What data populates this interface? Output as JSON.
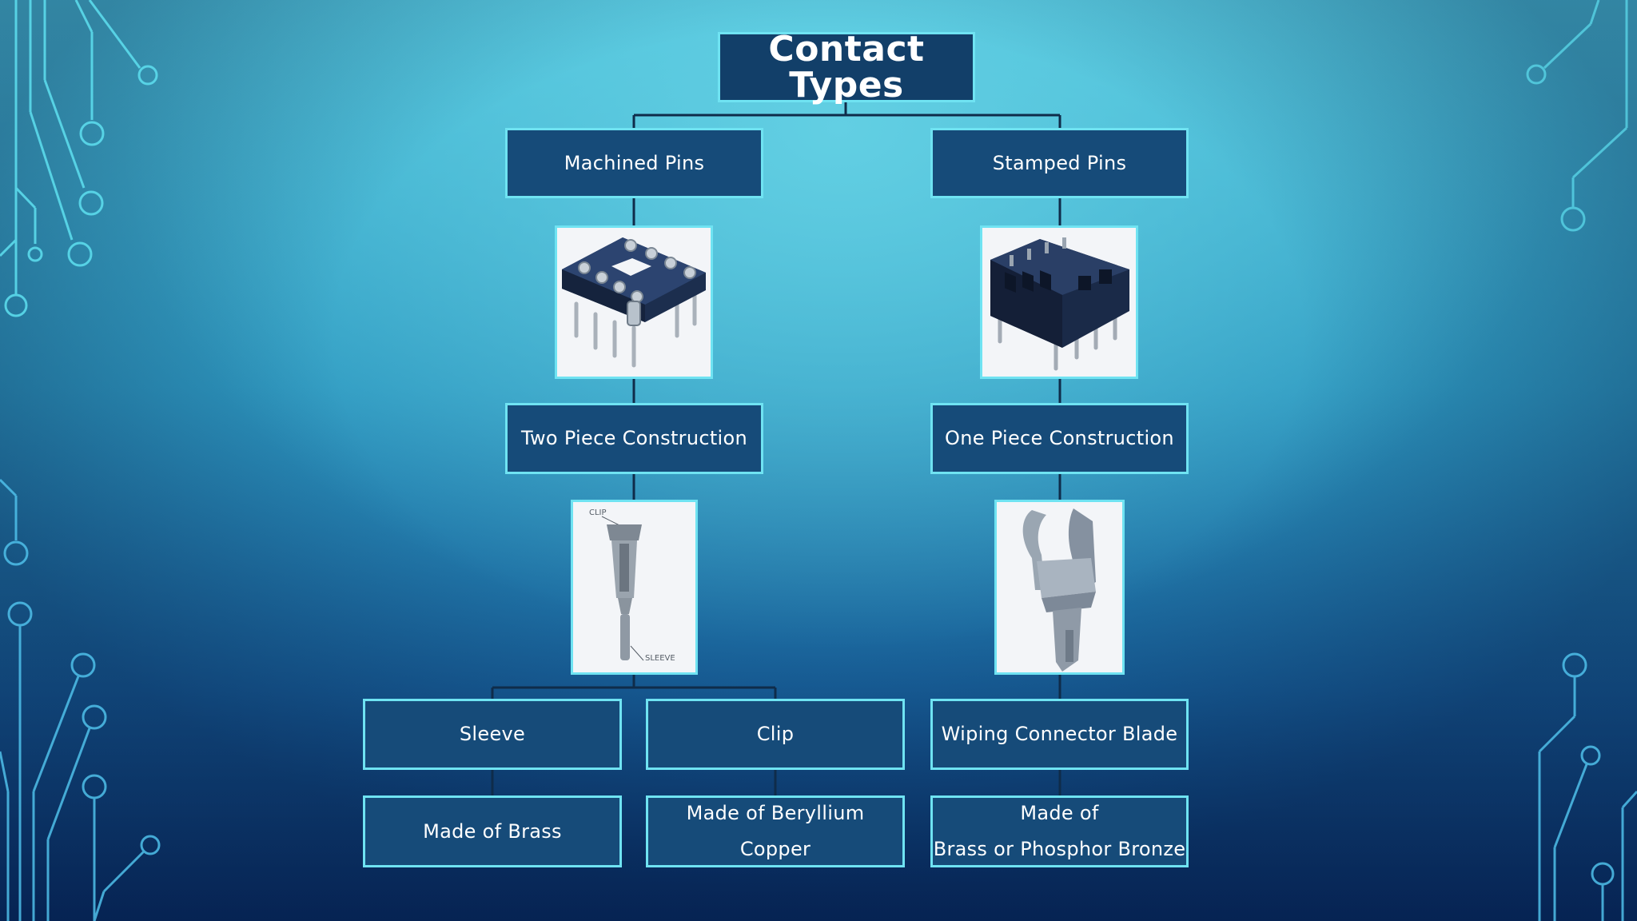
{
  "title": "Contact Types",
  "branches": {
    "machined": {
      "label": "Machined Pins",
      "construction": "Two Piece Construction",
      "parts": [
        {
          "name": "Sleeve",
          "material": "Made of Brass"
        },
        {
          "name": "Clip",
          "material": "Made of Beryllium Copper"
        }
      ],
      "diagram_labels": {
        "top": "CLIP",
        "bottom": "SLEEVE"
      }
    },
    "stamped": {
      "label": "Stamped Pins",
      "construction": "One Piece Construction",
      "part": "Wiping Connector Blade",
      "material_line1": "Made of",
      "material_line2": "Brass or Phosphor Bronze"
    }
  },
  "colors": {
    "box_fill": "#164b79",
    "box_border": "#6fe3f2",
    "connector": "#0f2c4a",
    "circuit": "#5ee0f0"
  }
}
